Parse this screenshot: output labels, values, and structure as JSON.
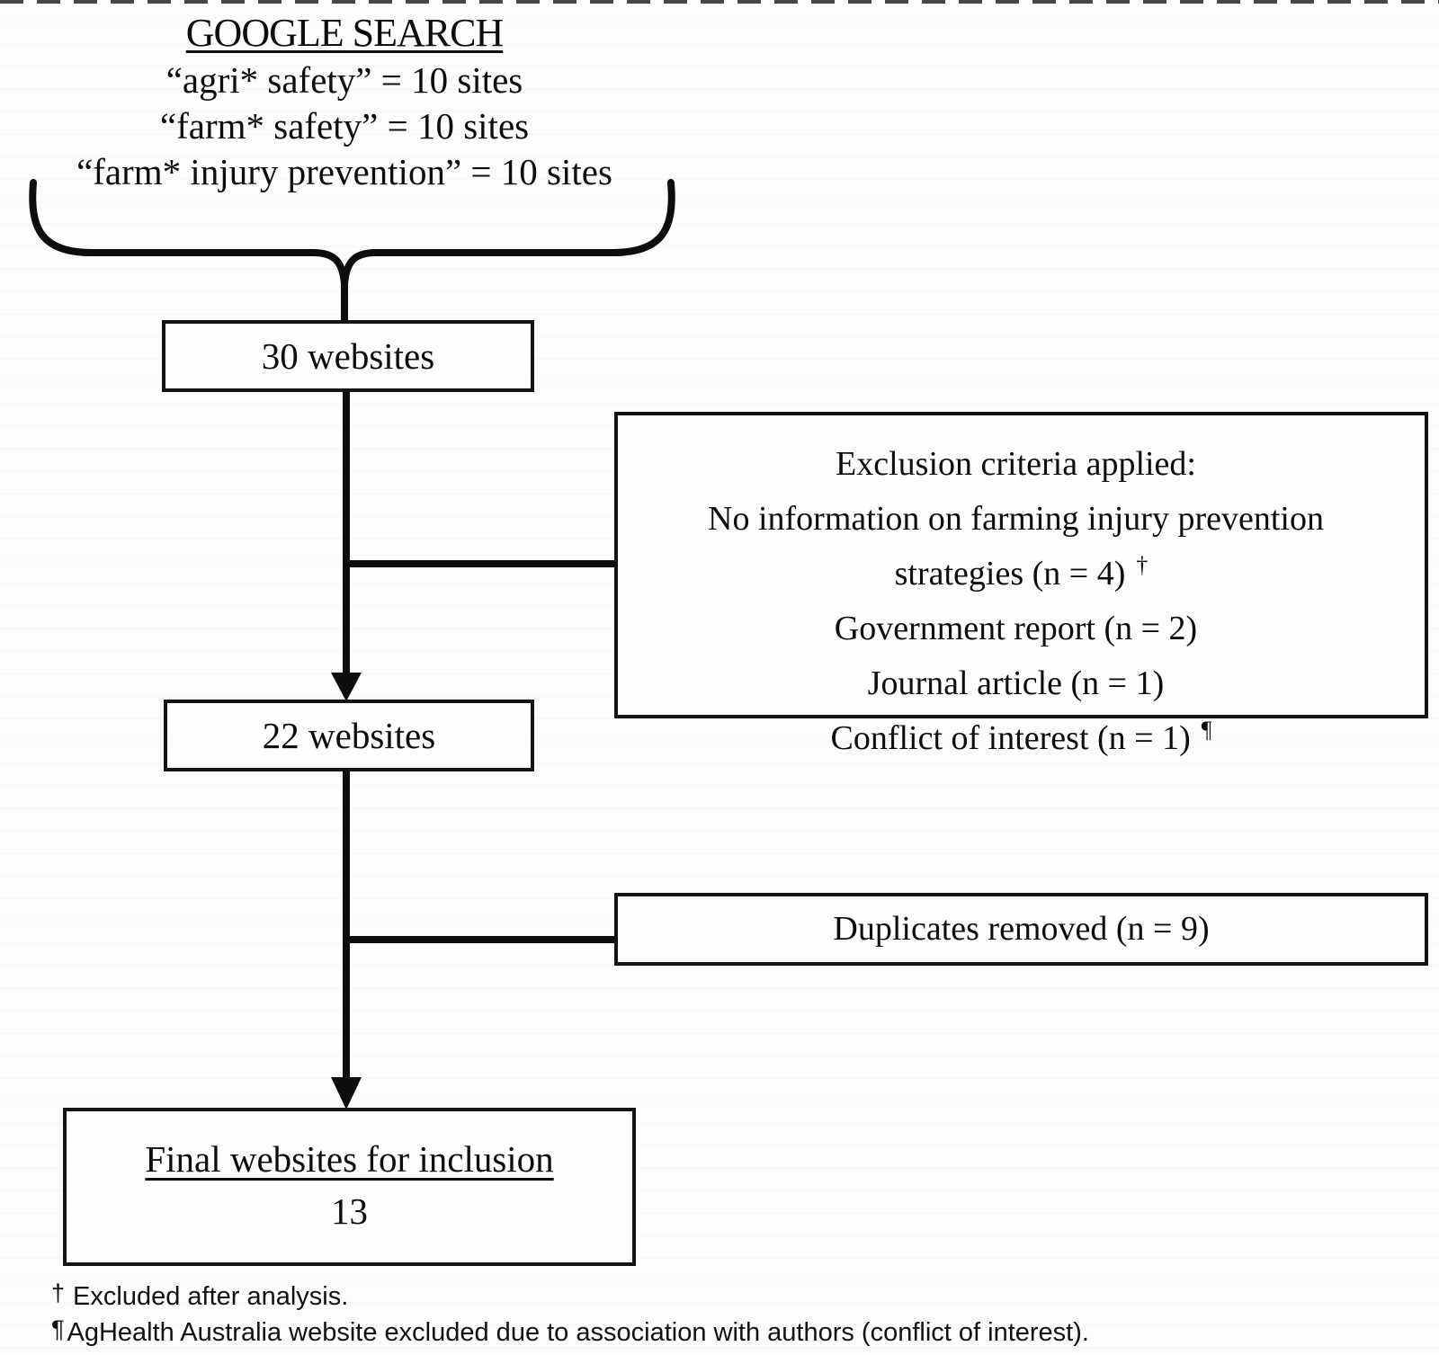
{
  "header": {
    "title": "GOOGLE SEARCH",
    "search_terms": [
      "“agri* safety” = 10 sites",
      "“farm* safety” = 10 sites",
      "“farm* injury prevention” = 10 sites"
    ]
  },
  "boxes": {
    "websites_30": "30 websites",
    "websites_22": "22 websites",
    "exclusion": {
      "lines": [
        {
          "text": "Exclusion criteria applied:",
          "sup": ""
        },
        {
          "text": "No information on farming injury prevention",
          "sup": ""
        },
        {
          "text": "strategies (n = 4)",
          "sup": "†"
        },
        {
          "text": "Government report (n = 2)",
          "sup": ""
        },
        {
          "text": "Journal article (n = 1)",
          "sup": ""
        },
        {
          "text": "Conflict of interest (n = 1)",
          "sup": "¶"
        }
      ]
    },
    "duplicates": "Duplicates removed (n = 9)",
    "final": {
      "title": "Final websites for inclusion",
      "count": "13"
    }
  },
  "footnotes": [
    {
      "mark": "†",
      "text": "Excluded after analysis."
    },
    {
      "mark": "¶",
      "text": "AgHealth Australia website excluded due to association with authors (conflict of interest)."
    }
  ],
  "colors": {
    "ink": "#0d0d0d",
    "background": "#fdfdfd"
  }
}
